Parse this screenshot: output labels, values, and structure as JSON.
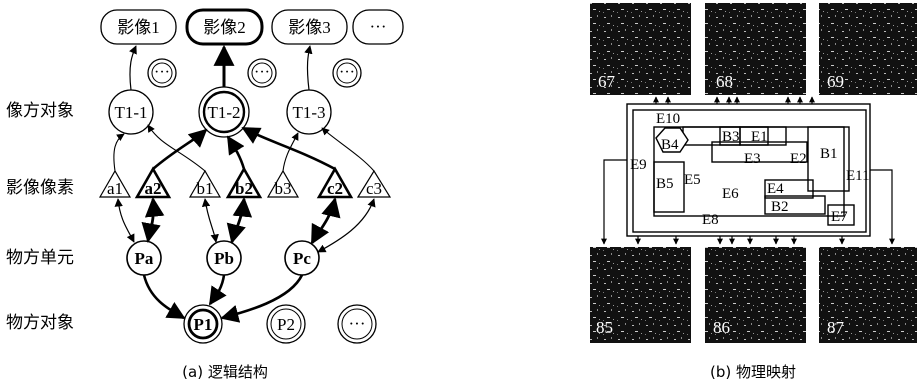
{
  "left_panel": {
    "row_labels": [
      "像方对象",
      "影像像素",
      "物方单元",
      "物方对象"
    ],
    "images": [
      "影像1",
      "影像2",
      "影像3",
      "···"
    ],
    "image_objects": [
      "T1-1",
      "T1-2",
      "T1-3"
    ],
    "ellipsis": "···",
    "pixels": [
      "a1",
      "a2",
      "b1",
      "b2",
      "b3",
      "c2",
      "c3"
    ],
    "units": [
      "Pa",
      "Pb",
      "Pc"
    ],
    "objects": [
      "P1",
      "P2",
      "···"
    ],
    "caption": "(a) 逻辑结构"
  },
  "right_panel": {
    "top_images": [
      "67",
      "68",
      "69"
    ],
    "bottom_images": [
      "85",
      "86",
      "87"
    ],
    "regions": {
      "E10": "E10",
      "B4": "B4",
      "B3": "B3",
      "E1": "E1",
      "B1": "B1",
      "E3": "E3",
      "E2": "E2",
      "E9": "E9",
      "B5": "B5",
      "E5": "E5",
      "E11": "E11",
      "E6": "E6",
      "E4": "E4",
      "B2": "B2",
      "E8": "E8",
      "E7": "E7"
    },
    "caption": "(b) 物理映射"
  }
}
